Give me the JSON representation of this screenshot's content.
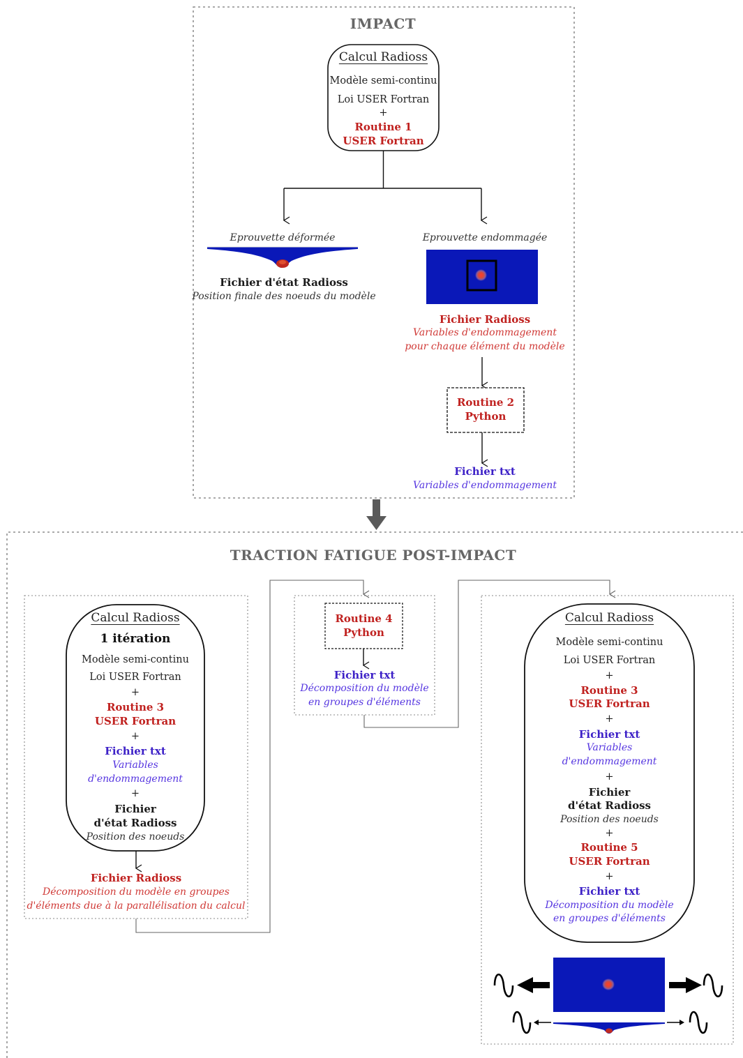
{
  "impact": {
    "title": "IMPACT",
    "calc_box": {
      "heading": "Calcul Radioss",
      "line1": "Modèle semi-continu",
      "line2": "Loi USER Fortran",
      "plus": "+",
      "routine_l1": "Routine 1",
      "routine_l2": "USER Fortran"
    },
    "left_branch": {
      "caption": "Eprouvette déformée",
      "file_title": "Fichier d'état Radioss",
      "file_desc": "Position finale des noeuds du modèle"
    },
    "right_branch": {
      "caption": "Eprouvette endommagée",
      "file_title": "Fichier Radioss",
      "file_desc1": "Variables d'endommagement",
      "file_desc2": "pour chaque élément du modèle",
      "routine2_l1": "Routine 2",
      "routine2_l2": "Python",
      "txt_title": "Fichier txt",
      "txt_desc": "Variables d'endommagement"
    }
  },
  "fatigue": {
    "title": "TRACTION FATIGUE POST-IMPACT",
    "left_box": {
      "heading": "Calcul Radioss",
      "iter": "1 itération",
      "line1": "Modèle semi-continu",
      "line2": "Loi USER Fortran",
      "plus": "+",
      "routine_l1": "Routine 3",
      "routine_l2": "USER Fortran",
      "txt_title": "Fichier txt",
      "txt_d1": "Variables",
      "txt_d2": "d'endommagement",
      "state_l1": "Fichier",
      "state_l2": "d'état Radioss",
      "state_desc": "Position des noeuds",
      "out_title": "Fichier Radioss",
      "out_d1": "Décomposition du modèle en groupes",
      "out_d2": "d'éléments due à la parallélisation du calcul"
    },
    "middle_box": {
      "routine_l1": "Routine 4",
      "routine_l2": "Python",
      "txt_title": "Fichier txt",
      "txt_d1": "Décomposition du modèle",
      "txt_d2": "en groupes d'éléments"
    },
    "right_box": {
      "heading": "Calcul Radioss",
      "line1": "Modèle semi-continu",
      "line2": "Loi USER Fortran",
      "plus": "+",
      "routine3_l1": "Routine 3",
      "routine3_l2": "USER Fortran",
      "txt1_title": "Fichier txt",
      "txt1_d1": "Variables",
      "txt1_d2": "d'endommagement",
      "state_l1": "Fichier",
      "state_l2": "d'état Radioss",
      "state_desc": "Position des noeuds",
      "routine5_l1": "Routine 5",
      "routine5_l2": "USER Fortran",
      "txt2_title": "Fichier txt",
      "txt2_d1": "Décomposition du modèle",
      "txt2_d2": "en groupes d'éléments"
    }
  },
  "colors": {
    "red": "#c0211f",
    "blue": "#3d21c7",
    "specimen_blue": "#0a18b8",
    "frame_gray": "#777777"
  }
}
